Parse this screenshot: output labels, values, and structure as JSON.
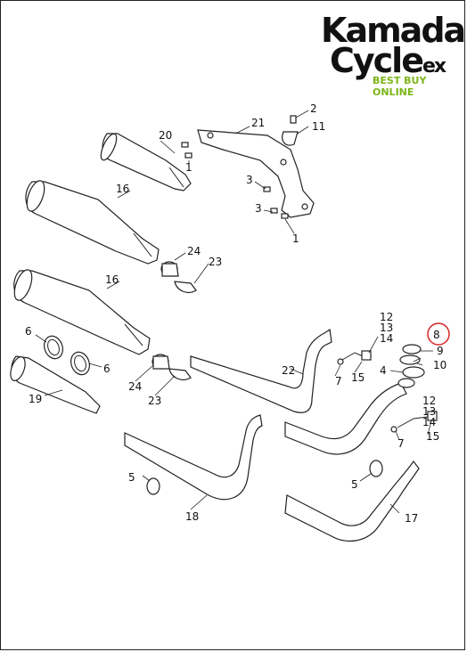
{
  "logo": {
    "line1": "Kamada",
    "line2": "Cycle",
    "suffix": "ex",
    "tagline": "BEST BUY ONLINE",
    "tagline_color": "#7cb518"
  },
  "highlight_color": "#d62828",
  "callouts": {
    "c1a": "1",
    "c1b": "1",
    "c2": "2",
    "c3a": "3",
    "c3b": "3",
    "c4": "4",
    "c5a": "5",
    "c5b": "5",
    "c6a": "6",
    "c6b": "6",
    "c7a": "7",
    "c7b": "7",
    "c8": "8",
    "c9": "9",
    "c10": "10",
    "c11": "11",
    "c12a": "12",
    "c12b": "12",
    "c13a": "13",
    "c13b": "13",
    "c14a": "14",
    "c14b": "14",
    "c15a": "15",
    "c15b": "15",
    "c16a": "16",
    "c16b": "16",
    "c17": "17",
    "c18": "18",
    "c19": "19",
    "c20": "20",
    "c21": "21",
    "c22": "22",
    "c23a": "23",
    "c23b": "23",
    "c24a": "24",
    "c24b": "24"
  }
}
